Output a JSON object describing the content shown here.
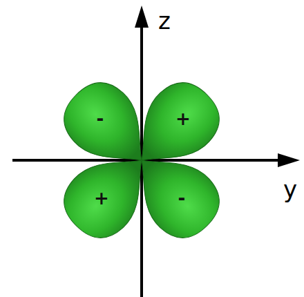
{
  "diagram": {
    "nodes": [
      {
        "text": [
          "-"
        ]
      },
      {
        "text": [
          "+"
        ]
      },
      {
        "text": [
          "+"
        ]
      },
      {
        "text": [
          "-"
        ]
      }
    ],
    "labels": [
      "z",
      "y"
    ]
  }
}
